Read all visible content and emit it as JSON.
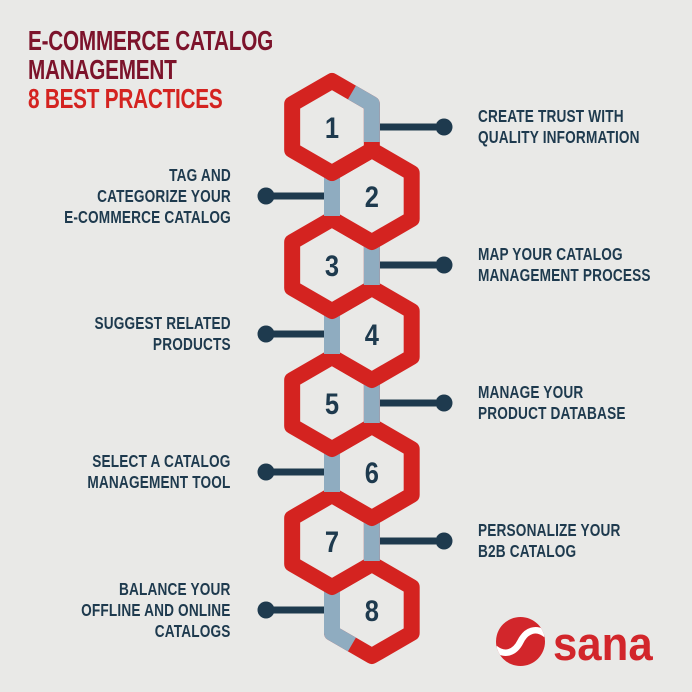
{
  "title": {
    "line1": "E-COMMERCE CATALOG",
    "line2": "MANAGEMENT",
    "line3": "8 BEST PRACTICES"
  },
  "items": [
    {
      "number": "1",
      "side": "right",
      "label_lines": [
        "CREATE TRUST WITH",
        "QUALITY INFORMATION"
      ]
    },
    {
      "number": "2",
      "side": "left",
      "label_lines": [
        "TAG AND",
        "CATEGORIZE YOUR",
        "E-COMMERCE CATALOG"
      ]
    },
    {
      "number": "3",
      "side": "right",
      "label_lines": [
        "MAP YOUR CATALOG",
        "MANAGEMENT PROCESS"
      ]
    },
    {
      "number": "4",
      "side": "left",
      "label_lines": [
        "SUGGEST RELATED",
        "PRODUCTS"
      ]
    },
    {
      "number": "5",
      "side": "right",
      "label_lines": [
        "MANAGE YOUR",
        "PRODUCT DATABASE"
      ]
    },
    {
      "number": "6",
      "side": "left",
      "label_lines": [
        "SELECT A CATALOG",
        "MANAGEMENT TOOL"
      ]
    },
    {
      "number": "7",
      "side": "right",
      "label_lines": [
        "PERSONALIZE YOUR",
        "B2B CATALOG"
      ]
    },
    {
      "number": "8",
      "side": "left",
      "label_lines": [
        "BALANCE YOUR",
        "OFFLINE AND ONLINE",
        "CATALOGS"
      ]
    }
  ],
  "brand": {
    "name": "sana",
    "mark": "s-swoosh-icon"
  },
  "colors": {
    "background": "#E9E9E7",
    "accent_red": "#D42320",
    "title_maroon": "#7C132B",
    "text_navy": "#1E3A4E",
    "link_steel_blue": "#8FACC0",
    "logo_red": "#D2262B"
  }
}
